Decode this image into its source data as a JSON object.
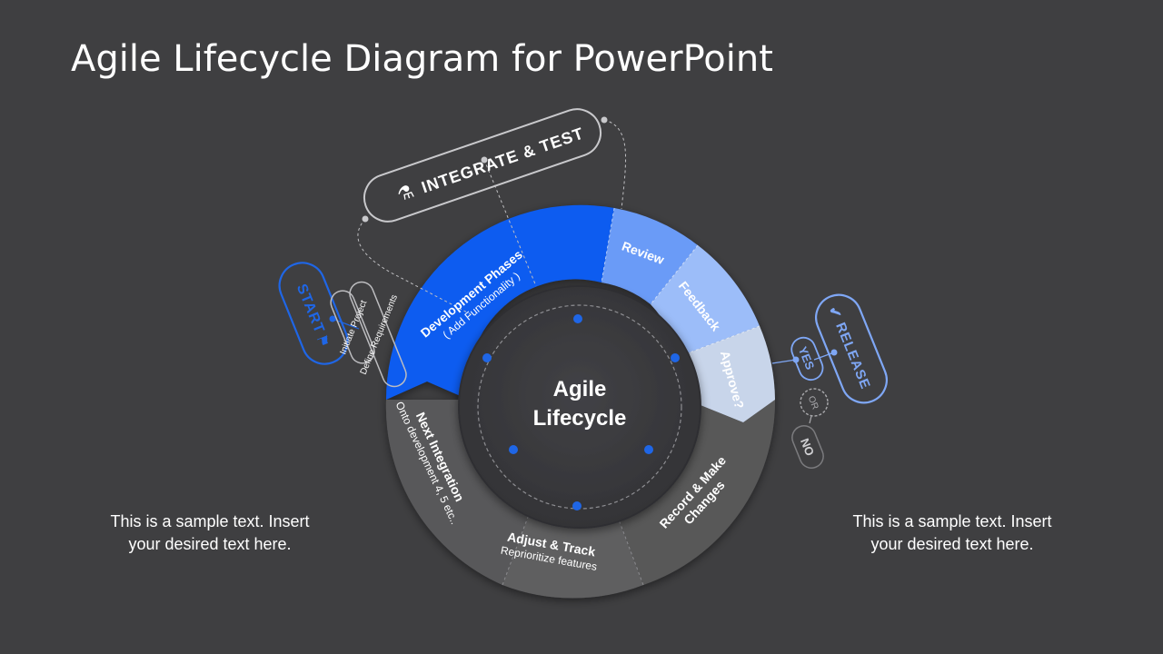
{
  "title": "Agile Lifecycle Diagram for PowerPoint",
  "center": {
    "line1": "Agile",
    "line2": "Lifecycle"
  },
  "integrate": "INTEGRATE & TEST",
  "start": {
    "label": "START",
    "items": [
      "Initiate Project",
      "Define Requirements"
    ]
  },
  "release": {
    "label": "RELEASE",
    "yes": "YES",
    "or": "OR",
    "no": "NO"
  },
  "segments": {
    "development": {
      "title": "Development Phases",
      "sub": "( Add Functionality )"
    },
    "review": "Review",
    "feedback": "Feedback",
    "approve": "Approve?",
    "record": {
      "line1": "Record & Make",
      "line2": "Changes"
    },
    "adjust": {
      "title": "Adjust & Track",
      "sub": "Reprioritize  features"
    },
    "next": {
      "title": "Next Integration",
      "sub": "Onto development  4, 5 etc.."
    }
  },
  "left_text": {
    "line1": "This is a sample  text. Insert",
    "line2": "your desired text here."
  },
  "right_text": {
    "line1": "This is a sample  text. Insert",
    "line2": "your desired text here."
  },
  "colors": {
    "background": "#3f3f41",
    "blue": "#0a5cf0",
    "review": "#6a9bf7",
    "feedback": "#9cbdf9",
    "approve": "#c8d5ea",
    "gray_ring": "#58585a",
    "inner": "#3a3a3d",
    "outline": "#a9a9ac",
    "start_blue": "#1f66e6",
    "release_blue": "#7fa7f5"
  }
}
